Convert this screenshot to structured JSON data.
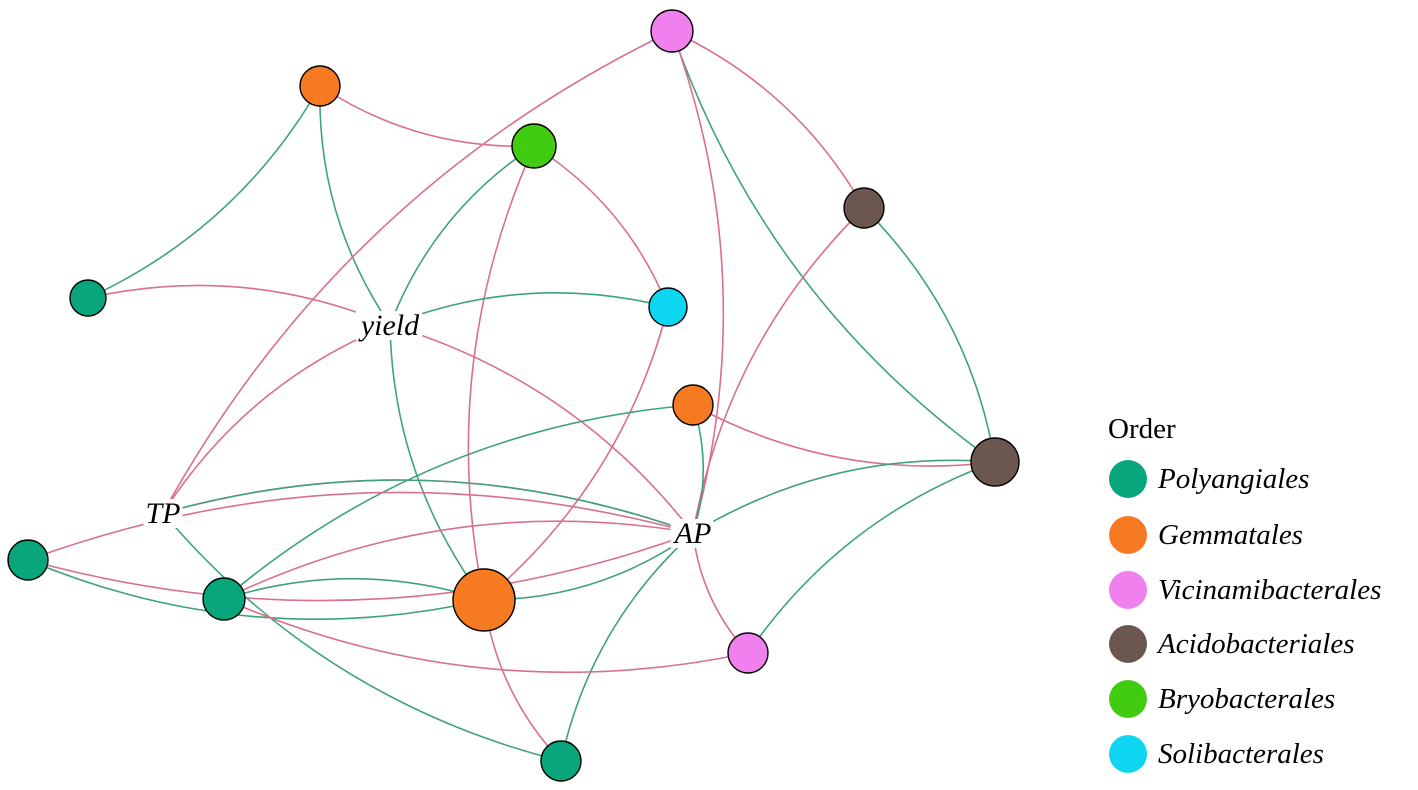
{
  "colors": {
    "positive_edge": "#d9708c",
    "negative_edge": "#3fa37a"
  },
  "variables": [
    {
      "id": "yield",
      "label": "yield"
    },
    {
      "id": "TP",
      "label": "TP"
    },
    {
      "id": "AP",
      "label": "AP"
    }
  ],
  "legend": {
    "title": "Order",
    "items": [
      {
        "order": "Polyangiales",
        "color": "#0aa67b"
      },
      {
        "order": "Gemmatales",
        "color": "#f57a22"
      },
      {
        "order": "Vicinamibacterales",
        "color": "#f080ee"
      },
      {
        "order": "Acidobacteriales",
        "color": "#6b5650"
      },
      {
        "order": "Bryobacterales",
        "color": "#41cc12"
      },
      {
        "order": "Solibacterales",
        "color": "#0fd6f0"
      }
    ]
  },
  "nodes": [
    {
      "id": "g1",
      "order": "Gemmatales"
    },
    {
      "id": "v1",
      "order": "Vicinamibacterales"
    },
    {
      "id": "b1",
      "order": "Bryobacterales"
    },
    {
      "id": "a1",
      "order": "Acidobacteriales"
    },
    {
      "id": "p1",
      "order": "Polyangiales"
    },
    {
      "id": "s1",
      "order": "Solibacterales"
    },
    {
      "id": "g2",
      "order": "Gemmatales"
    },
    {
      "id": "a2",
      "order": "Acidobacteriales"
    },
    {
      "id": "p2",
      "order": "Polyangiales"
    },
    {
      "id": "p3",
      "order": "Polyangiales"
    },
    {
      "id": "g3",
      "order": "Gemmatales"
    },
    {
      "id": "v2",
      "order": "Vicinamibacterales"
    },
    {
      "id": "p4",
      "order": "Polyangiales"
    }
  ],
  "edges": [
    {
      "from": "g1",
      "to": "b1",
      "sign": "positive"
    },
    {
      "from": "g1",
      "to": "p1",
      "sign": "negative"
    },
    {
      "from": "g1",
      "to": "yield",
      "sign": "negative"
    },
    {
      "from": "p1",
      "to": "yield",
      "sign": "positive"
    },
    {
      "from": "b1",
      "to": "yield",
      "sign": "negative"
    },
    {
      "from": "b1",
      "to": "s1",
      "sign": "positive"
    },
    {
      "from": "b1",
      "to": "g3",
      "sign": "positive"
    },
    {
      "from": "yield",
      "to": "s1",
      "sign": "negative"
    },
    {
      "from": "yield",
      "to": "TP",
      "sign": "positive"
    },
    {
      "from": "yield",
      "to": "AP",
      "sign": "positive"
    },
    {
      "from": "yield",
      "to": "g3",
      "sign": "negative"
    },
    {
      "from": "v1",
      "to": "a1",
      "sign": "positive"
    },
    {
      "from": "v1",
      "to": "a2",
      "sign": "negative"
    },
    {
      "from": "v1",
      "to": "AP",
      "sign": "positive"
    },
    {
      "from": "v1",
      "to": "TP",
      "sign": "positive"
    },
    {
      "from": "a1",
      "to": "a2",
      "sign": "negative"
    },
    {
      "from": "a1",
      "to": "AP",
      "sign": "positive"
    },
    {
      "from": "s1",
      "to": "g3",
      "sign": "positive"
    },
    {
      "from": "g2",
      "to": "a2",
      "sign": "positive"
    },
    {
      "from": "g2",
      "to": "AP",
      "sign": "negative"
    },
    {
      "from": "g2",
      "to": "p3",
      "sign": "negative"
    },
    {
      "from": "AP",
      "to": "a2",
      "sign": "negative"
    },
    {
      "from": "AP",
      "to": "v2",
      "sign": "positive"
    },
    {
      "from": "AP",
      "to": "p2",
      "sign": "positive"
    },
    {
      "from": "AP",
      "to": "TP",
      "sign": "positive"
    },
    {
      "from": "AP",
      "to": "g3",
      "sign": "negative"
    },
    {
      "from": "AP",
      "to": "p4",
      "sign": "negative"
    },
    {
      "from": "TP",
      "to": "AP",
      "sign": "negative"
    },
    {
      "from": "TP",
      "to": "p4",
      "sign": "negative"
    },
    {
      "from": "p2",
      "to": "AP",
      "sign": "positive"
    },
    {
      "from": "p2",
      "to": "g3",
      "sign": "negative"
    },
    {
      "from": "p3",
      "to": "g3",
      "sign": "negative"
    },
    {
      "from": "p3",
      "to": "v2",
      "sign": "positive"
    },
    {
      "from": "p3",
      "to": "AP",
      "sign": "positive"
    },
    {
      "from": "g3",
      "to": "p4",
      "sign": "positive"
    },
    {
      "from": "v2",
      "to": "a2",
      "sign": "negative"
    }
  ]
}
